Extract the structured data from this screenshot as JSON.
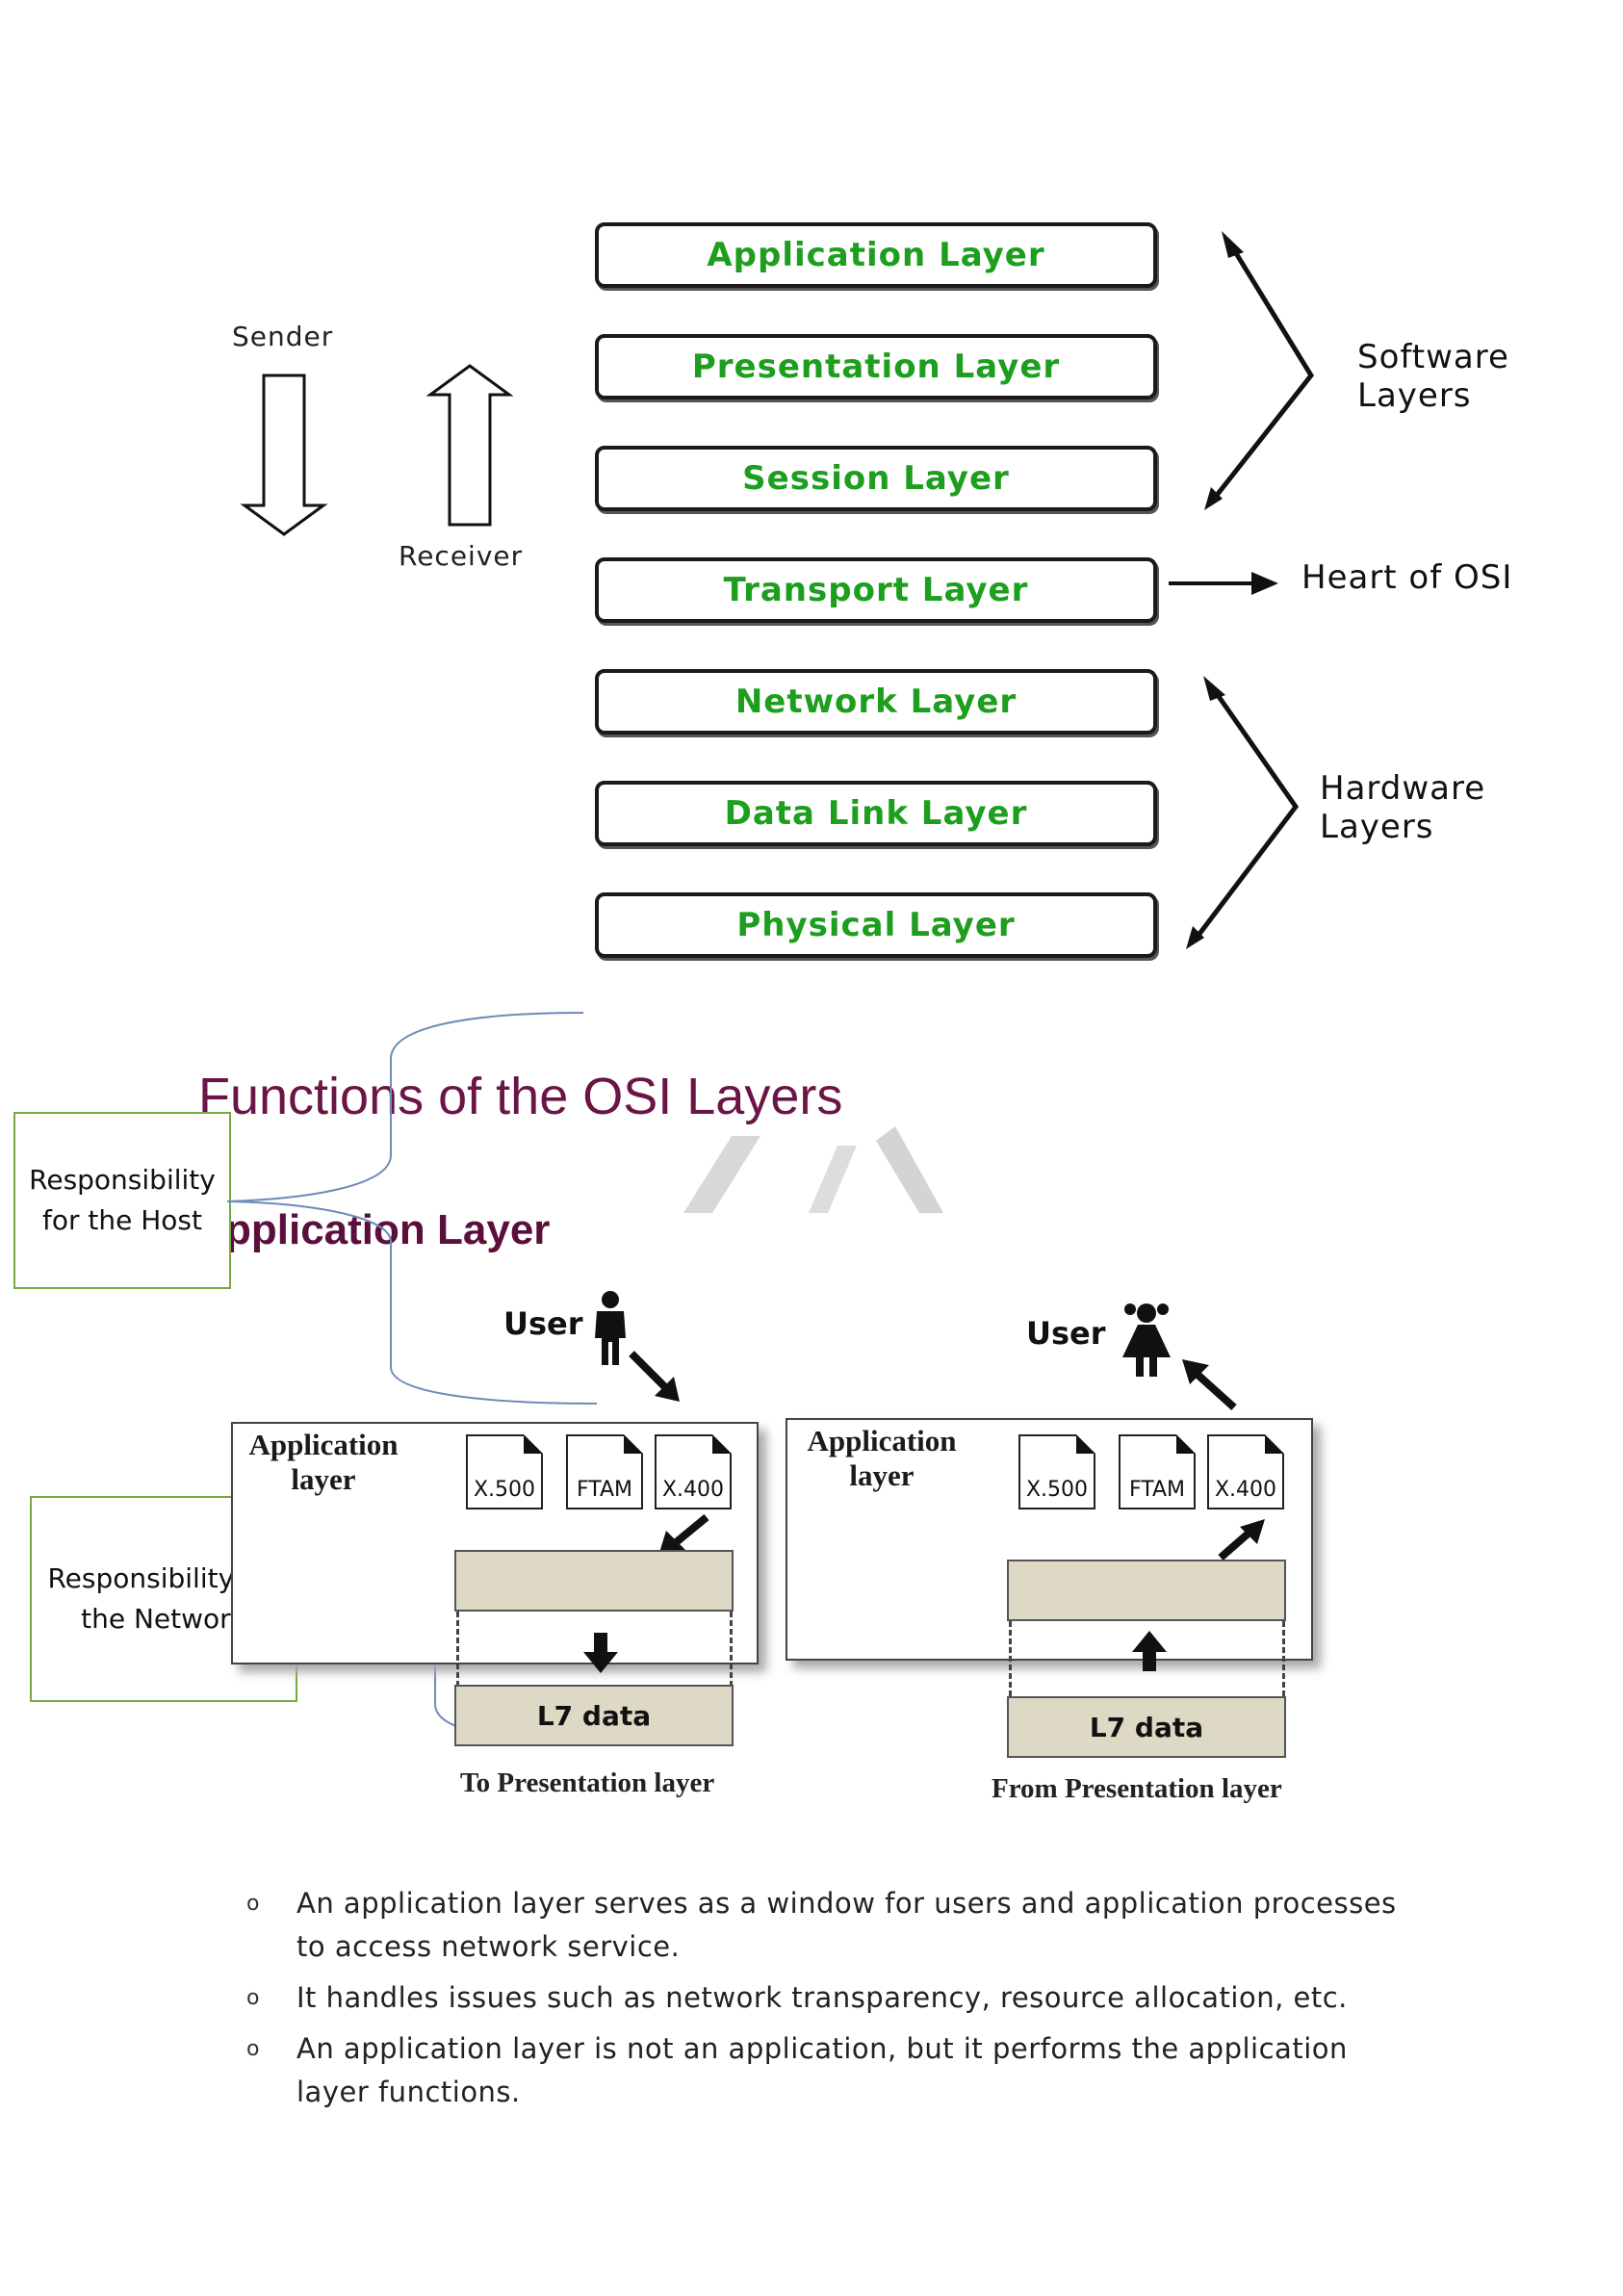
{
  "osi_diagram": {
    "layers": [
      "Application Layer",
      "Presentation Layer",
      "Session Layer",
      "Transport Layer",
      "Network Layer",
      "Data Link Layer",
      "Physical Layer"
    ],
    "sender_label": "Sender",
    "receiver_label": "Receiver",
    "software_label": "Software\nLayers",
    "heart_label": "Heart of OSI",
    "hardware_label": "Hardware\nLayers"
  },
  "section_title": "Functions of the OSI Layers",
  "sub_title": "pplication Layer",
  "callouts": {
    "host": "Responsibility\nfor the Host",
    "network": "Responsibility for\nthe Network"
  },
  "app_diagram": {
    "left": {
      "user_label": "User",
      "panel_title": "Application\nlayer",
      "docs": [
        "X.500",
        "FTAM",
        "X.400"
      ],
      "data_label": "L7 data",
      "caption": "To Presentation layer"
    },
    "right": {
      "user_label": "User",
      "panel_title": "Application\nlayer",
      "docs": [
        "X.500",
        "FTAM",
        "X.400"
      ],
      "data_label": "L7 data",
      "caption": "From Presentation layer"
    }
  },
  "bullet_marker": "o",
  "bullets": [
    "An application layer serves as a window for users and application processes to access network service.",
    "It handles issues such as network transparency, resource allocation, etc.",
    "An application layer is not an application, but it performs the application layer functions."
  ]
}
